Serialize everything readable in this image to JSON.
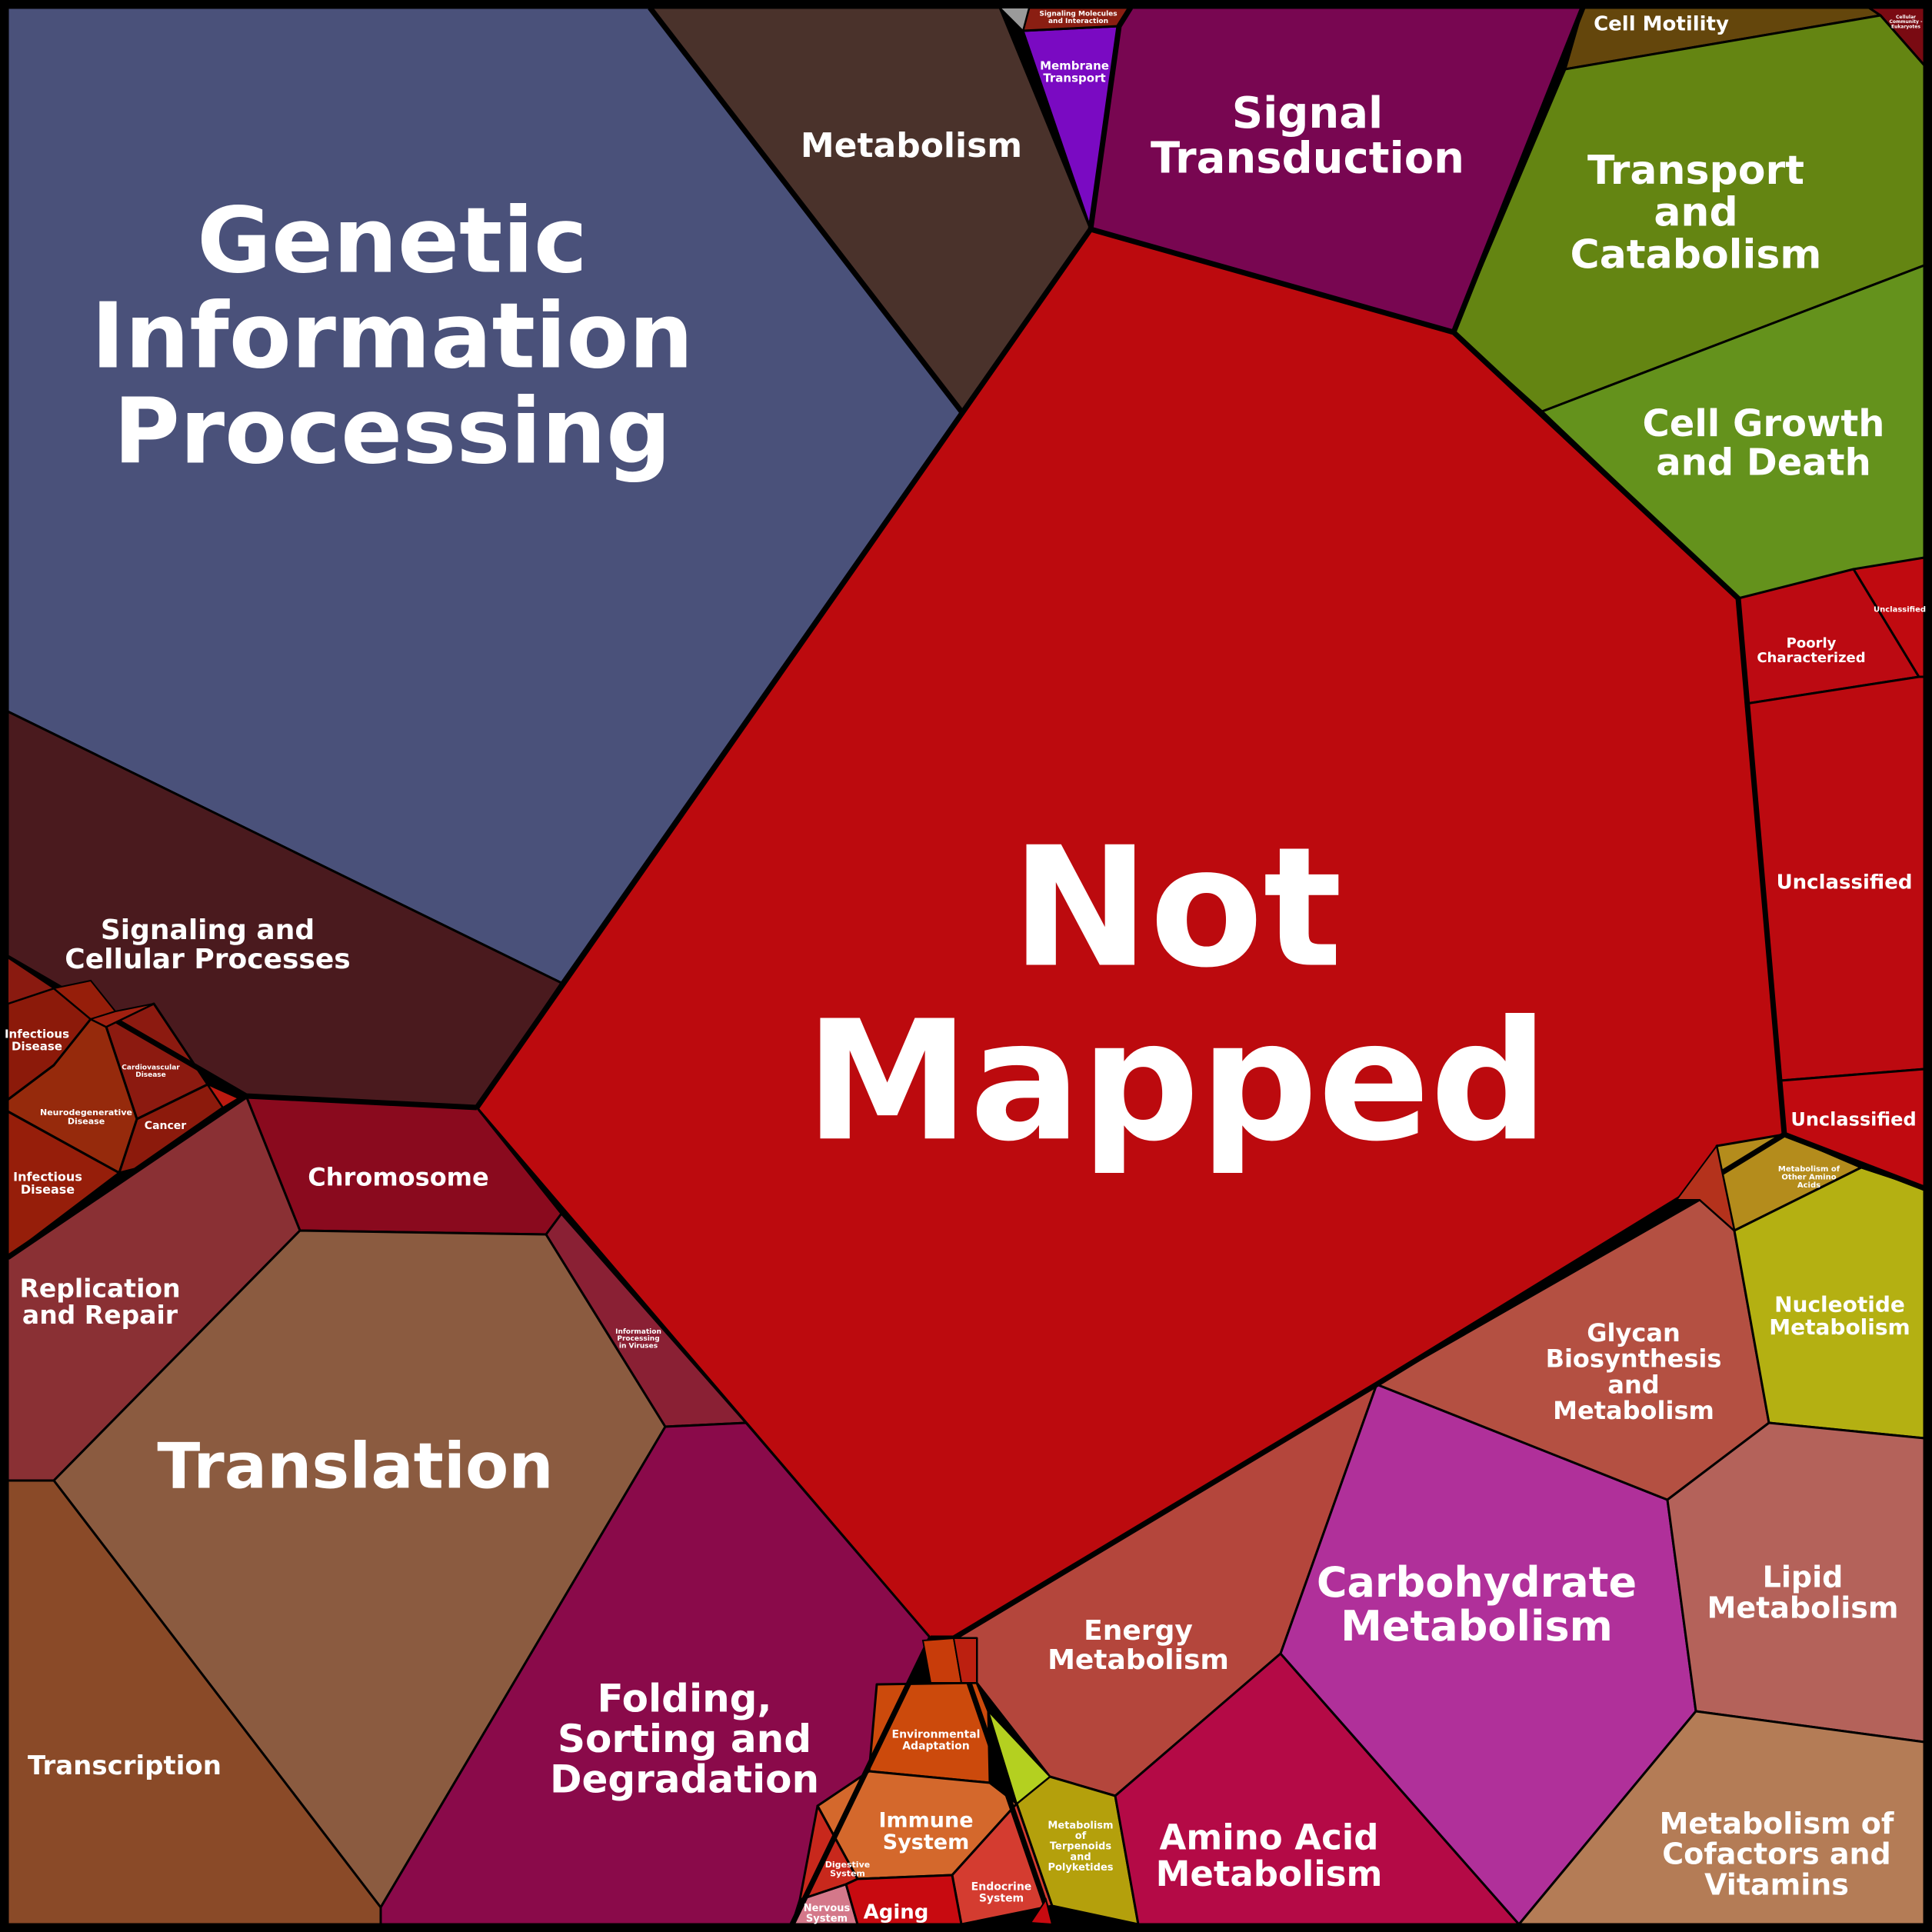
{
  "diagram_type": "voronoi-treemap",
  "cells": [
    {
      "label": [
        "Genetic",
        "Information",
        "Processing"
      ],
      "color": "#4a517a"
    },
    {
      "label": [
        "Metabolism"
      ],
      "color": "#4a322b"
    },
    {
      "label": [
        "Signal",
        "Transduction"
      ],
      "color": "#780651"
    },
    {
      "label": [
        "Membrane",
        "Transport"
      ],
      "color": "#7a0ac2"
    },
    {
      "label": [
        "Signaling Molecules",
        "and Interaction"
      ],
      "color": "#8a1e12"
    },
    {
      "label": [
        "Cell Motility"
      ],
      "color": "#64460c"
    },
    {
      "label": [
        "Cellular",
        "Community -",
        "Eukaryotes"
      ],
      "color": "#7a0a12"
    },
    {
      "label": [
        "Transport",
        "and",
        "Catabolism"
      ],
      "color": "#648512"
    },
    {
      "label": [
        "Cell Growth",
        "and Death"
      ],
      "color": "#64921c"
    },
    {
      "label": [
        "Not",
        "Mapped"
      ],
      "color": "#bc0a0e"
    },
    {
      "label": [
        "Poorly",
        "Characterized"
      ],
      "color": "#bc0a12"
    },
    {
      "label": [
        "Unclassified"
      ],
      "color": "#c00a10"
    },
    {
      "label": [
        "Unclassified"
      ],
      "color": "#bc0a10"
    },
    {
      "label": [
        "Unclassified"
      ],
      "color": "#c00a10"
    },
    {
      "label": [
        "Signaling and",
        "Cellular Processes"
      ],
      "color": "#4a1a1e"
    },
    {
      "label": [
        "Infectious",
        "Disease"
      ],
      "color": "#8c1a0a"
    },
    {
      "label": [
        "Cardiovascular",
        "Disease"
      ],
      "color": "#8c1a10"
    },
    {
      "label": [
        "Neurodegenerative",
        "Disease"
      ],
      "color": "#962a0c"
    },
    {
      "label": [
        "Cancer"
      ],
      "color": "#8c1a0c"
    },
    {
      "label": [
        "Infectious",
        "Disease"
      ],
      "color": "#961e0a"
    },
    {
      "label": [
        "Chromosome"
      ],
      "color": "#8a0a1e"
    },
    {
      "label": [
        "Replication",
        "and Repair"
      ],
      "color": "#8a3034"
    },
    {
      "label": [
        "Translation"
      ],
      "color": "#8b5b40"
    },
    {
      "label": [
        "Information",
        "Processing",
        "in Viruses"
      ],
      "color": "#8a2034"
    },
    {
      "label": [
        "Transcription"
      ],
      "color": "#8a4a28"
    },
    {
      "label": [
        "Folding,",
        "Sorting and",
        "Degradation"
      ],
      "color": "#8a0a4a"
    },
    {
      "label": [
        "Environmental",
        "Adaptation"
      ],
      "color": "#cc4a0c"
    },
    {
      "label": [
        "Immune",
        "System"
      ],
      "color": "#d4682c"
    },
    {
      "label": [
        "Digestive",
        "System"
      ],
      "color": "#c8281c"
    },
    {
      "label": [
        "Endocrine",
        "System"
      ],
      "color": "#d43c30"
    },
    {
      "label": [
        "Nervous",
        "System"
      ],
      "color": "#d4788a"
    },
    {
      "label": [
        "Aging"
      ],
      "color": "#c80a10"
    },
    {
      "label": [
        "Energy",
        "Metabolism"
      ],
      "color": "#b4463c"
    },
    {
      "label": [
        "Metabolism",
        "of",
        "Terpenoids",
        "and",
        "Polyketides"
      ],
      "color": "#b4a00c"
    },
    {
      "label": [
        "Amino Acid",
        "Metabolism"
      ],
      "color": "#b40a46"
    },
    {
      "label": [
        "Carbohydrate",
        "Metabolism"
      ],
      "color": "#b0309a"
    },
    {
      "label": [
        "Glycan",
        "Biosynthesis",
        "and",
        "Metabolism"
      ],
      "color": "#b45042"
    },
    {
      "label": [
        "Metabolism of",
        "Other Amino",
        "Acids"
      ],
      "color": "#b48c1c"
    },
    {
      "label": [
        "Nucleotide",
        "Metabolism"
      ],
      "color": "#b4b012"
    },
    {
      "label": [
        "Lipid",
        "Metabolism"
      ],
      "color": "#b4625a"
    },
    {
      "label": [
        "Metabolism of",
        "Cofactors and",
        "Vitamins"
      ],
      "color": "#b47c56"
    }
  ],
  "minor_cells": [
    {
      "color": "#9a9a9a"
    },
    {
      "color": "#8a1a10"
    },
    {
      "color": "#961e0a"
    },
    {
      "color": "#a02010"
    },
    {
      "color": "#bc1a10"
    },
    {
      "color": "#c83c0a"
    },
    {
      "color": "#bc2010"
    },
    {
      "color": "#b4d020"
    },
    {
      "color": "#c80a10"
    },
    {
      "color": "#b4321c"
    }
  ]
}
